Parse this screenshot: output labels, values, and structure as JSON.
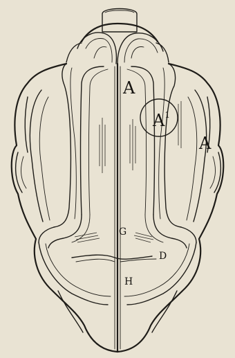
{
  "labels": {
    "a_center": "A",
    "a1_base": "A",
    "a1_sup": "1",
    "a_right": "A",
    "g": "G",
    "d": "D",
    "h": "H"
  },
  "colors": {
    "paper": "#e9e3d3",
    "ink": "#1e1c18"
  }
}
